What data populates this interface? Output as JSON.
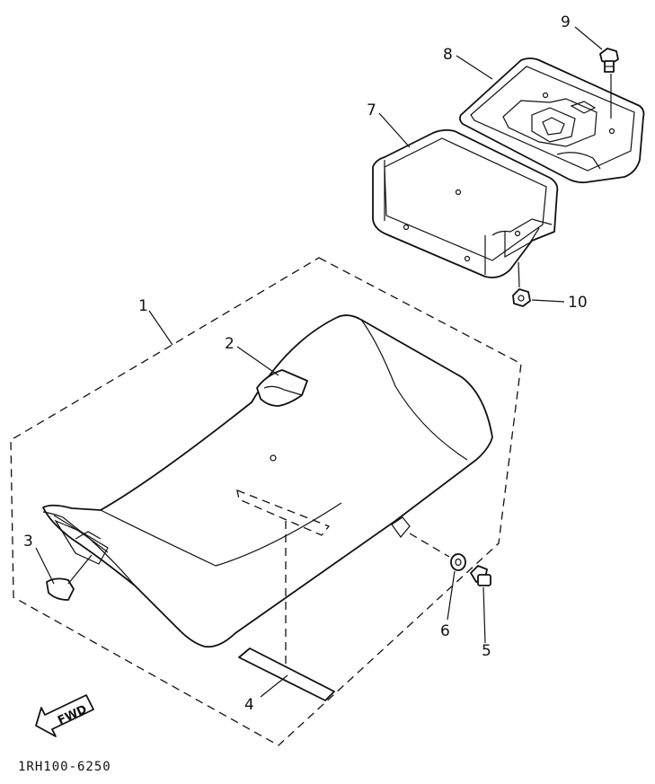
{
  "diagram": {
    "drawing_number": "1RH100-6250",
    "direction_arrow": {
      "label": "FWD",
      "icon": "fwd-arrow-icon"
    },
    "callouts": [
      "1",
      "2",
      "3",
      "4",
      "5",
      "6",
      "7",
      "8",
      "9",
      "10"
    ],
    "parts": [
      {
        "callout": "1",
        "icon": "seat-icon"
      },
      {
        "callout": "2",
        "icon": "seat-strap-icon"
      },
      {
        "callout": "3",
        "icon": "seat-lock-icon"
      },
      {
        "callout": "4",
        "icon": "damper-pad-icon"
      },
      {
        "callout": "5",
        "icon": "bolt-icon"
      },
      {
        "callout": "6",
        "icon": "washer-icon"
      },
      {
        "callout": "7",
        "icon": "storage-box-icon"
      },
      {
        "callout": "8",
        "icon": "box-cover-icon"
      },
      {
        "callout": "9",
        "icon": "bolt-icon"
      },
      {
        "callout": "10",
        "icon": "nut-icon"
      }
    ]
  }
}
